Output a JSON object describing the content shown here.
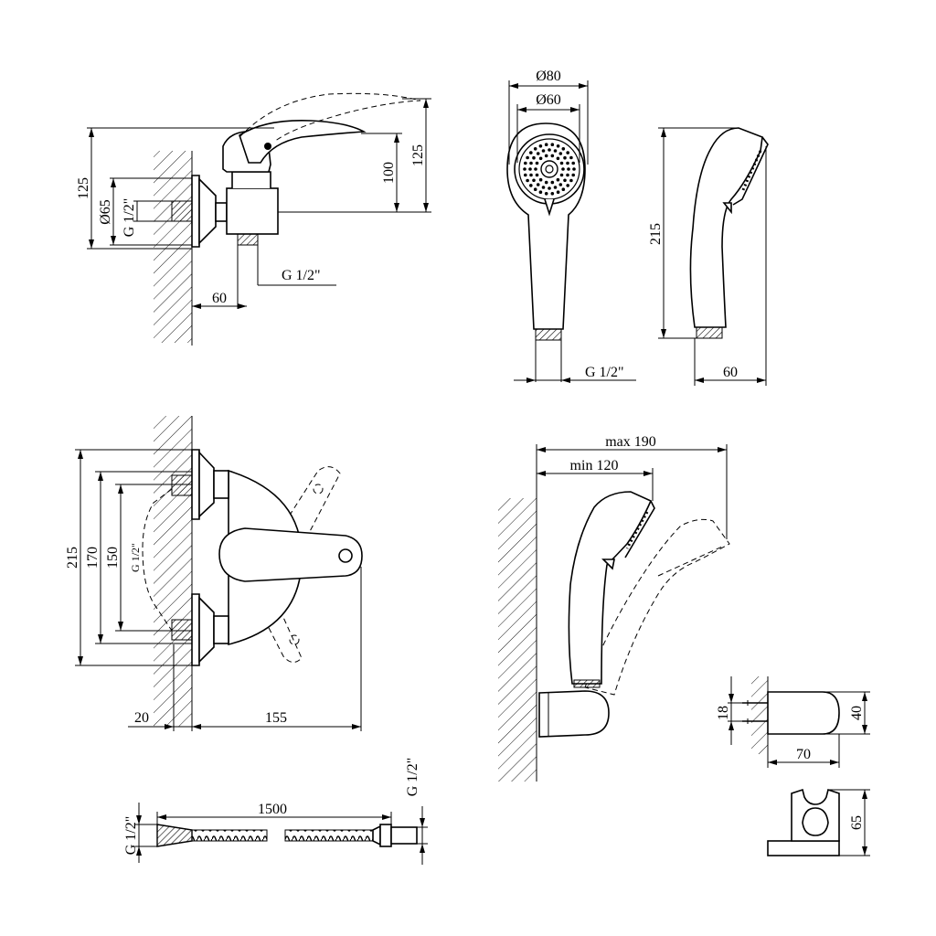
{
  "mixer_side": {
    "dim_total_height": "125",
    "dim_flange_diameter": "Ø65",
    "dim_inlet_thread": "G 1/2\"",
    "dim_lever_height": "100",
    "dim_top_height": "125",
    "dim_outlet_thread": "G 1/2\"",
    "dim_outlet_offset": "60"
  },
  "shower_head_front": {
    "dim_outer_diameter": "Ø80",
    "dim_face_diameter": "Ø60",
    "dim_thread": "G 1/2\""
  },
  "shower_head_side": {
    "dim_length": "215",
    "dim_depth": "60"
  },
  "mixer_front": {
    "dim_width": "215",
    "dim_span_max": "170",
    "dim_span_min": "150",
    "dim_thread": "G 1/2\"",
    "dim_wall_offset": "20",
    "dim_projection": "155"
  },
  "holder_assembly": {
    "dim_max_reach": "max 190",
    "dim_min_reach": "min 120"
  },
  "wall_holder": {
    "dim_spacing": "18",
    "dim_height": "40",
    "dim_depth": "70",
    "dim_bracket_height": "65"
  },
  "hose": {
    "dim_length": "1500",
    "dim_thread_left": "G 1/2\"",
    "dim_thread_right": "G 1/2\""
  }
}
